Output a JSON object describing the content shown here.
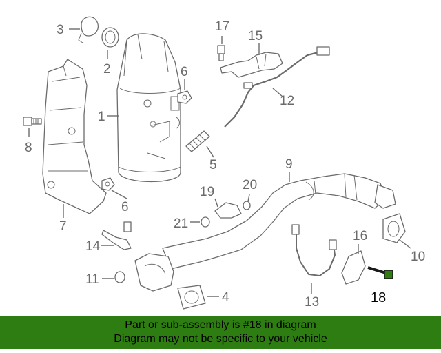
{
  "callouts": {
    "c1": "1",
    "c2": "2",
    "c3": "3",
    "c4": "4",
    "c5": "5",
    "c6a": "6",
    "c6b": "6",
    "c7": "7",
    "c8": "8",
    "c9": "9",
    "c10": "10",
    "c11": "11",
    "c12": "12",
    "c13": "13",
    "c14": "14",
    "c15": "15",
    "c16": "16",
    "c17": "17",
    "c18": "18",
    "c19": "19",
    "c20": "20",
    "c21": "21"
  },
  "highlight_part": "18",
  "banner": {
    "line1": "Part or sub-assembly is #18 in diagram",
    "line2": "Diagram may not be specific to your vehicle"
  },
  "colors": {
    "banner_bg": "#2e7d12",
    "highlight_part": "#2e7d12",
    "line_art": "#6b6b6b"
  }
}
